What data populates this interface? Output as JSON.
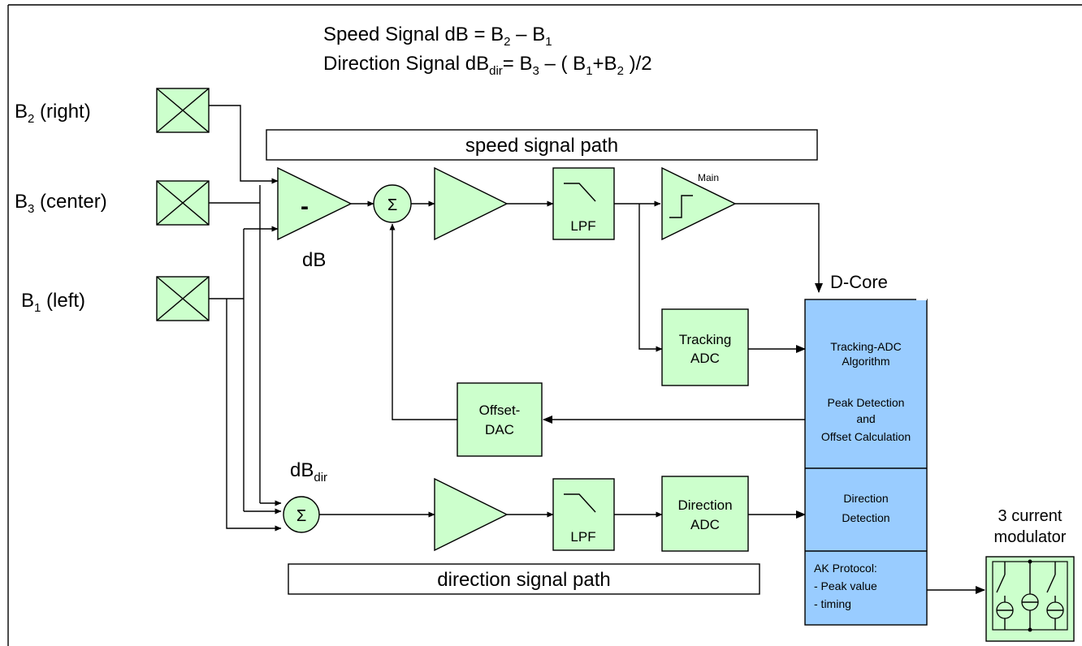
{
  "formula": {
    "speed_prefix": "Speed Signal dB = B",
    "speed_sub1": "2",
    "speed_mid": " – B",
    "speed_sub2": "1",
    "dir_prefix": "Direction Signal dB",
    "dir_sub_dir": "dir",
    "dir_mid": "= B",
    "dir_sub3": "3",
    "dir_mid2": " – ( B",
    "dir_sub1": "1",
    "dir_plus": "+B",
    "dir_sub2": "2",
    "dir_end": " )/2"
  },
  "sensors": [
    {
      "main": "B",
      "sub": "2",
      "rest": " (right)"
    },
    {
      "main": "B",
      "sub": "3",
      "rest": " (center)"
    },
    {
      "main": "B",
      "sub": "1",
      "rest": " (left)"
    }
  ],
  "paths": {
    "speed": "speed signal path",
    "direction": "direction signal path"
  },
  "labels": {
    "minus": "-",
    "dB": "dB",
    "dB_dir_main": "dB",
    "dB_dir_sub": "dir",
    "sigma": "Σ",
    "main": "Main",
    "dcore": "D-Core",
    "lpf": "LPF",
    "tracking_adc": [
      "Tracking",
      "ADC"
    ],
    "offset_dac": [
      "Offset-",
      "DAC"
    ],
    "direction_adc": [
      "Direction",
      "ADC"
    ],
    "modulator": [
      "3 current",
      "modulator"
    ]
  },
  "core": {
    "tracking": [
      "Tracking-ADC",
      "Algorithm"
    ],
    "peak": [
      "Peak Detection",
      "and",
      "Offset Calculation"
    ],
    "direction": [
      "Direction",
      "Detection"
    ],
    "ak": [
      "AK Protocol:",
      "- Peak value",
      "- timing"
    ]
  },
  "colors": {
    "block_fill": "#ccffcc",
    "core_fill": "#99ccff"
  }
}
